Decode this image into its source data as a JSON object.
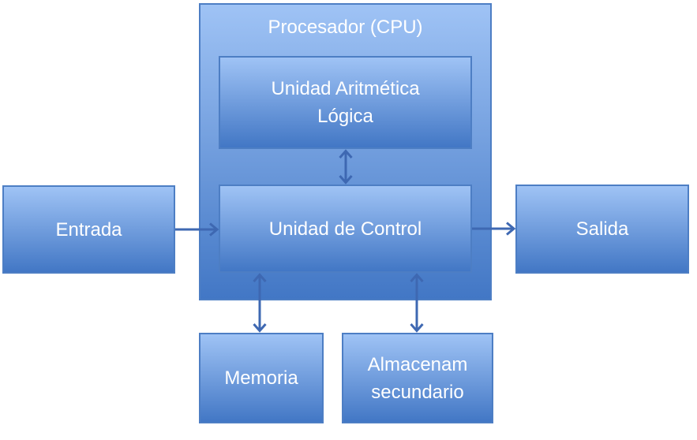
{
  "diagram": {
    "nodes": {
      "cpu": {
        "label": "Procesador (CPU)"
      },
      "alu": {
        "label": "Unidad Aritmética\nLógica"
      },
      "control": {
        "label": "Unidad de Control"
      },
      "entrada": {
        "label": "Entrada"
      },
      "salida": {
        "label": "Salida"
      },
      "memoria": {
        "label": "Memoria"
      },
      "almacenamiento_secundario": {
        "label": "Almacenam\nsecundario"
      }
    },
    "connectors": [
      {
        "id": "alu-control",
        "from": "alu",
        "to": "control",
        "direction": "vertical",
        "heads": "double"
      },
      {
        "id": "entrada-control",
        "from": "entrada",
        "to": "control",
        "direction": "horizontal",
        "heads": "single-right"
      },
      {
        "id": "control-salida",
        "from": "control",
        "to": "salida",
        "direction": "horizontal",
        "heads": "single-right"
      },
      {
        "id": "control-memoria",
        "from": "control",
        "to": "memoria",
        "direction": "vertical",
        "heads": "double"
      },
      {
        "id": "control-almacenamiento",
        "from": "control",
        "to": "almacenamiento_secundario",
        "direction": "vertical",
        "heads": "double"
      }
    ],
    "colors": {
      "background": "#ffffff",
      "box_gradient_top": "#9fc3f5",
      "box_gradient_bottom": "#4277c5",
      "box_border": "#4d7ec4",
      "connector": "#3e68b2",
      "text": "#ffffff"
    }
  }
}
